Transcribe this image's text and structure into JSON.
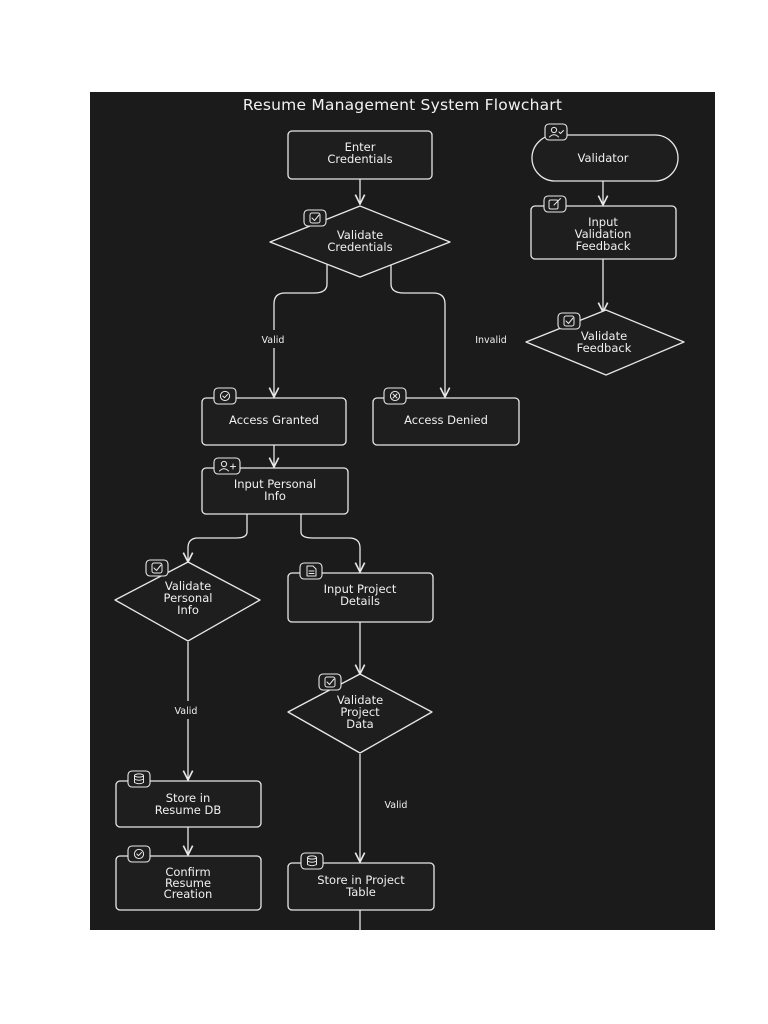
{
  "title": "Resume Management System Flowchart",
  "colors": {
    "background": "#1b1b1b",
    "stroke": "#e8e8e8",
    "text": "#f0f0f0"
  },
  "nodes": {
    "enter_credentials": {
      "lines": [
        "Enter",
        "Credentials"
      ]
    },
    "validate_credentials": {
      "lines": [
        "Validate",
        "Credentials"
      ],
      "icon": "check-square-icon"
    },
    "validator": {
      "lines": [
        "Validator"
      ],
      "icon": "user-check-icon"
    },
    "input_validation_feedback": {
      "lines": [
        "Input",
        "Validation",
        "Feedback"
      ],
      "icon": "edit-icon"
    },
    "validate_feedback": {
      "lines": [
        "Validate",
        "Feedback"
      ],
      "icon": "check-square-icon"
    },
    "access_granted": {
      "lines": [
        "Access Granted"
      ],
      "icon": "check-circle-icon"
    },
    "access_denied": {
      "lines": [
        "Access Denied"
      ],
      "icon": "x-circle-icon"
    },
    "input_personal_info": {
      "lines": [
        "Input Personal",
        "Info"
      ],
      "icon": "user-plus-icon"
    },
    "validate_personal_info": {
      "lines": [
        "Validate",
        "Personal",
        "Info"
      ],
      "icon": "check-square-icon"
    },
    "input_project_details": {
      "lines": [
        "Input Project",
        "Details"
      ],
      "icon": "file-text-icon"
    },
    "validate_project_data": {
      "lines": [
        "Validate",
        "Project",
        "Data"
      ],
      "icon": "check-square-icon"
    },
    "store_resume_db": {
      "lines": [
        "Store in",
        "Resume DB"
      ],
      "icon": "database-icon"
    },
    "confirm_resume_creation": {
      "lines": [
        "Confirm",
        "Resume",
        "Creation"
      ],
      "icon": "check-circle-icon"
    },
    "store_project_table": {
      "lines": [
        "Store in Project",
        "Table"
      ],
      "icon": "database-icon"
    }
  },
  "edges": {
    "credentials_valid": "Valid",
    "credentials_invalid": "Invalid",
    "personal_valid": "Valid",
    "project_valid": "Valid"
  }
}
